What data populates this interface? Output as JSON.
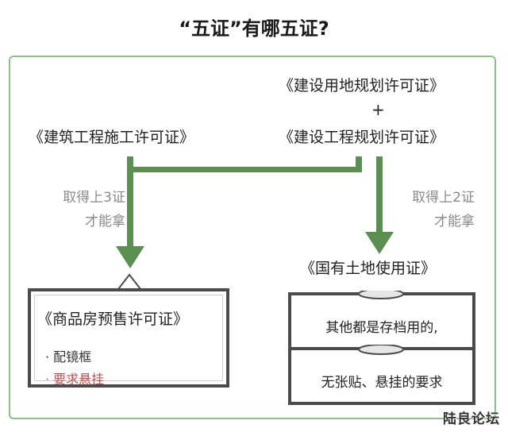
{
  "title": "“五证”有哪五证?",
  "left_certificate": "《建筑工程施工许可证》",
  "right_top_certificate": "《建设用地规划许可证》",
  "plus": "+",
  "right_bottom_certificate": "《建设工程规划许可证》",
  "left_condition": [
    "取得上3证",
    "才能拿"
  ],
  "right_condition": [
    "取得上2证",
    "才能拿"
  ],
  "land_certificate": "《国有土地使用证》",
  "presale_card": {
    "title": "《商品房预售许可证》",
    "bullets": [
      "· 配镜框",
      "· 要求悬挂"
    ]
  },
  "stack_panels": [
    "其他都是存档用的,",
    "无张贴、悬挂的要求"
  ],
  "watermark": "陆良论坛",
  "colors": {
    "arrow": "#5b8f52",
    "frame": "#8fbf8a",
    "highlight": "#c0504d"
  }
}
